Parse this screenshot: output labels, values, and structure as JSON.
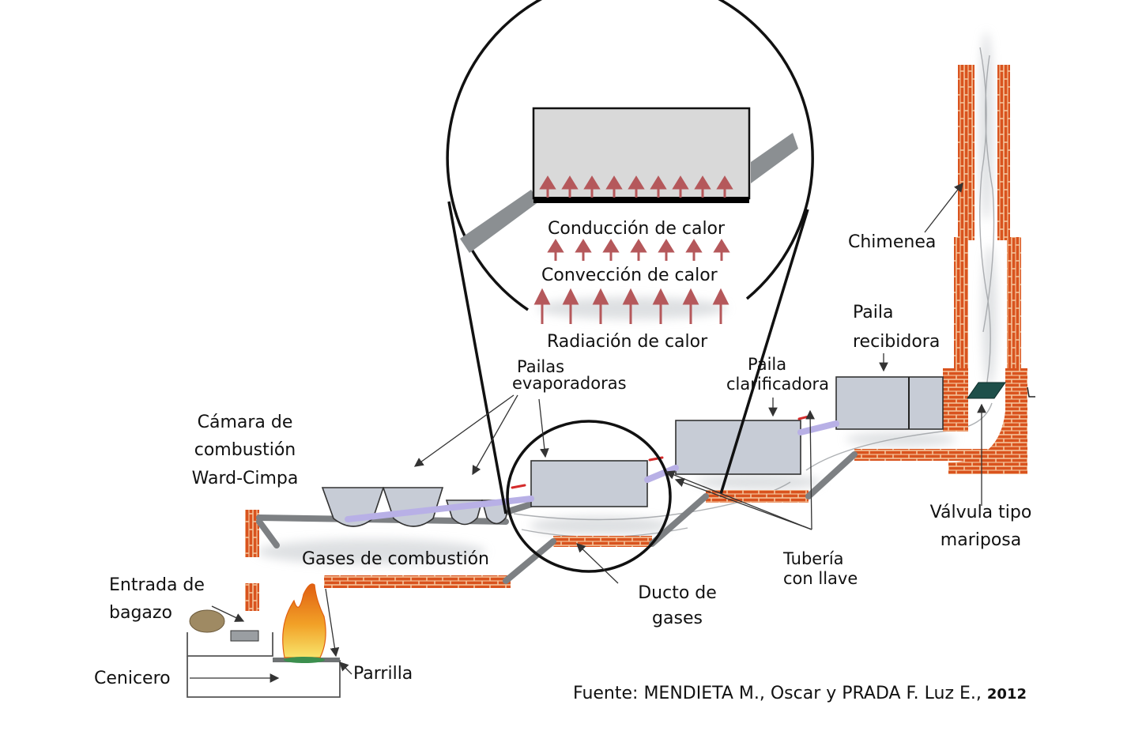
{
  "labels": {
    "conduction": "Conducción de calor",
    "convection": "Convección de calor",
    "radiation": "Radiación de calor",
    "chimney": "Chimenea",
    "paila_receiver": [
      "Paila",
      "recibidora"
    ],
    "paila_clarifier": [
      "Paila",
      "clarificadora"
    ],
    "pailas_evaporators": [
      "Pailas",
      "evaporadoras"
    ],
    "combustion_chamber": [
      "Cámara de",
      "combustión",
      "Ward-Cimpa"
    ],
    "combustion_gases": "Gases de combustión",
    "bagasse_entry": [
      "Entrada de",
      "bagazo"
    ],
    "ash_pit": "Cenicero",
    "grate": "Parrilla",
    "gas_duct": [
      "Ducto de",
      "gases"
    ],
    "pipe_valve": [
      "Tubería",
      "con llave"
    ],
    "butterfly_valve": [
      "Válvula tipo",
      "mariposa"
    ]
  },
  "source": {
    "text": "Fuente: MENDIETA M., Oscar y PRADA F. Luz E.,",
    "year": "2012"
  },
  "colors": {
    "brick": "#d9531e",
    "mortar": "#f4c39a",
    "pan": "#c7ccd6",
    "heat_arrow": "#b5585b",
    "pipe": "#b8b0e6",
    "steel": "#7d8083",
    "valve": "#1e4f4a"
  }
}
